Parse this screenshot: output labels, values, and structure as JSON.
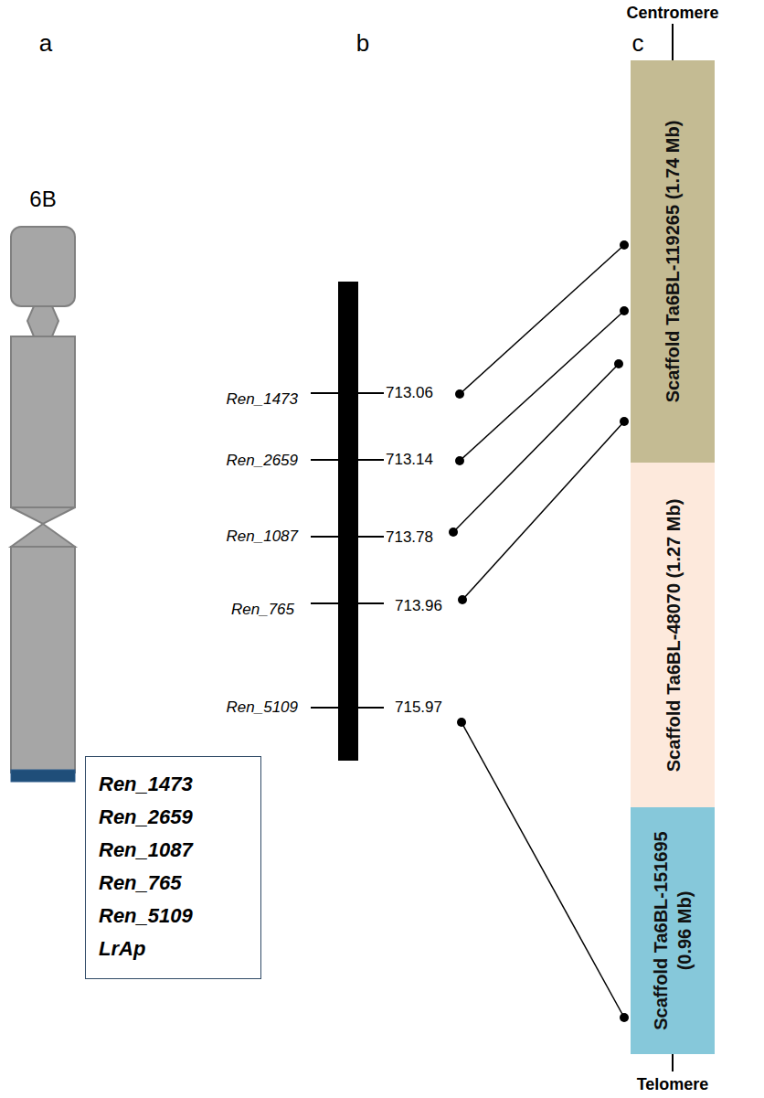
{
  "diagram": {
    "nodes": [
      {
        "text": [
          "Ren_1473",
          "Ren_2659",
          "Ren_1087",
          "Ren_765",
          "Ren_5109",
          "LrAp"
        ]
      },
      {
        "text": [
          "Scaffold Ta6BL-119265 (1.74 Mb)"
        ]
      },
      {
        "text": [
          "Scaffold Ta6BL-48070 (1.27 Mb)"
        ]
      },
      {
        "text": [
          "Scaffold Ta6BL-151695 (0.96 Mb)"
        ]
      }
    ],
    "labels": [
      "a",
      "b",
      "c",
      "6B",
      "Centromere",
      "Ren_1473",
      "Ren_2659",
      "Ren_1087",
      "Ren_765",
      "Ren_5109",
      "713.06",
      "713.14",
      "713.78",
      "713.96",
      "715.97",
      "Telomere"
    ]
  }
}
